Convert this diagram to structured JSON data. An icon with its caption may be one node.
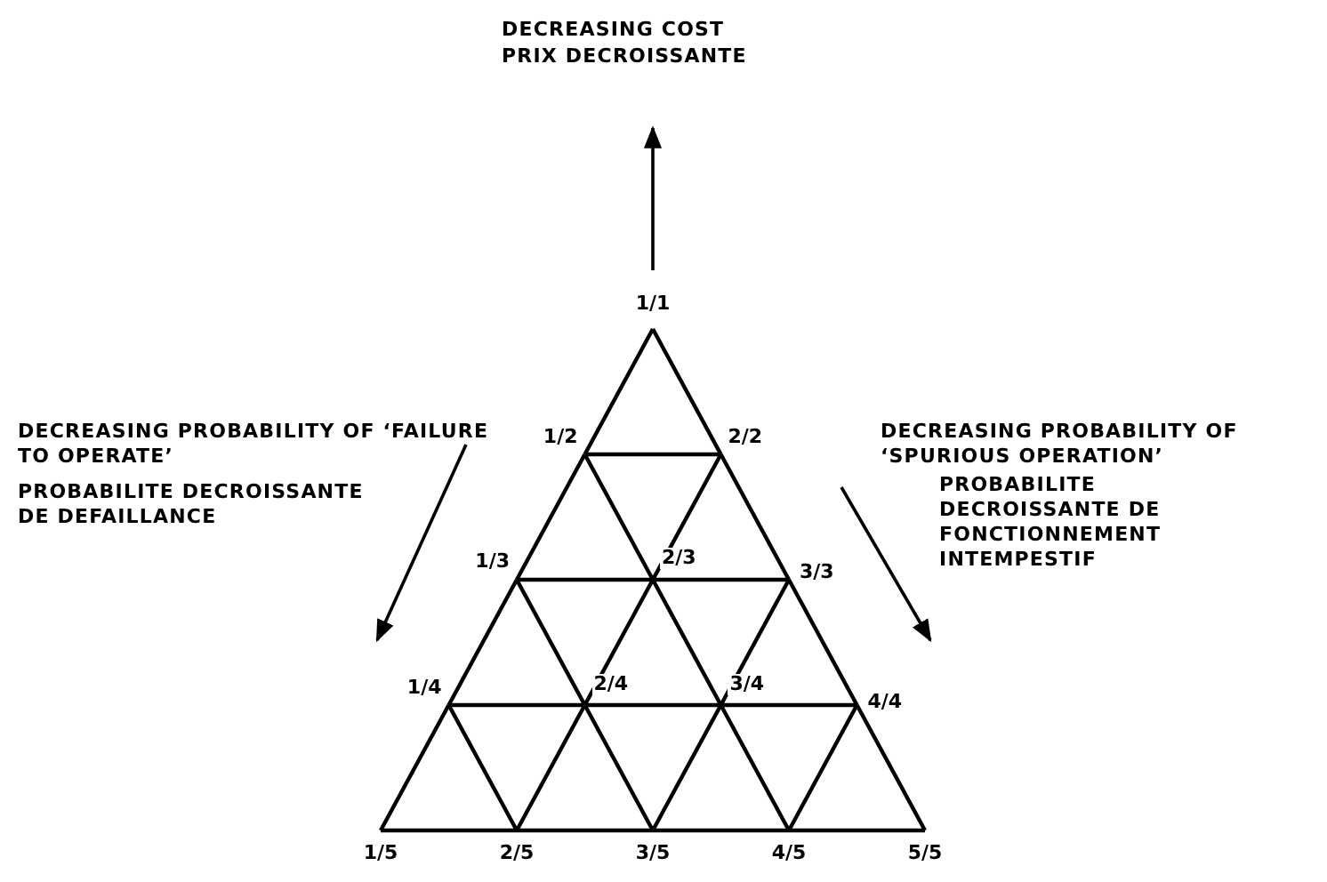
{
  "diagram": {
    "labels": [
      "DECREASING COST",
      "PRIX DECROISSANTE",
      "1/1",
      "DECREASING PROBABILITY OF ‘FAILURE TO OPERATE’",
      "PROBABILITE DECROISSANTE DE DEFAILLANCE",
      "DECREASING PROBABILITY OF ‘SPURIOUS OPERATION’",
      "PROBABILITE DECROISSANTE DE FONCTIONNEMENT INTEMPESTIF",
      "1/2",
      "2/2",
      "1/3",
      "2/3",
      "3/3",
      "1/4",
      "2/4",
      "3/4",
      "4/4",
      "1/5",
      "2/5",
      "3/5",
      "4/5",
      "5/5"
    ]
  }
}
